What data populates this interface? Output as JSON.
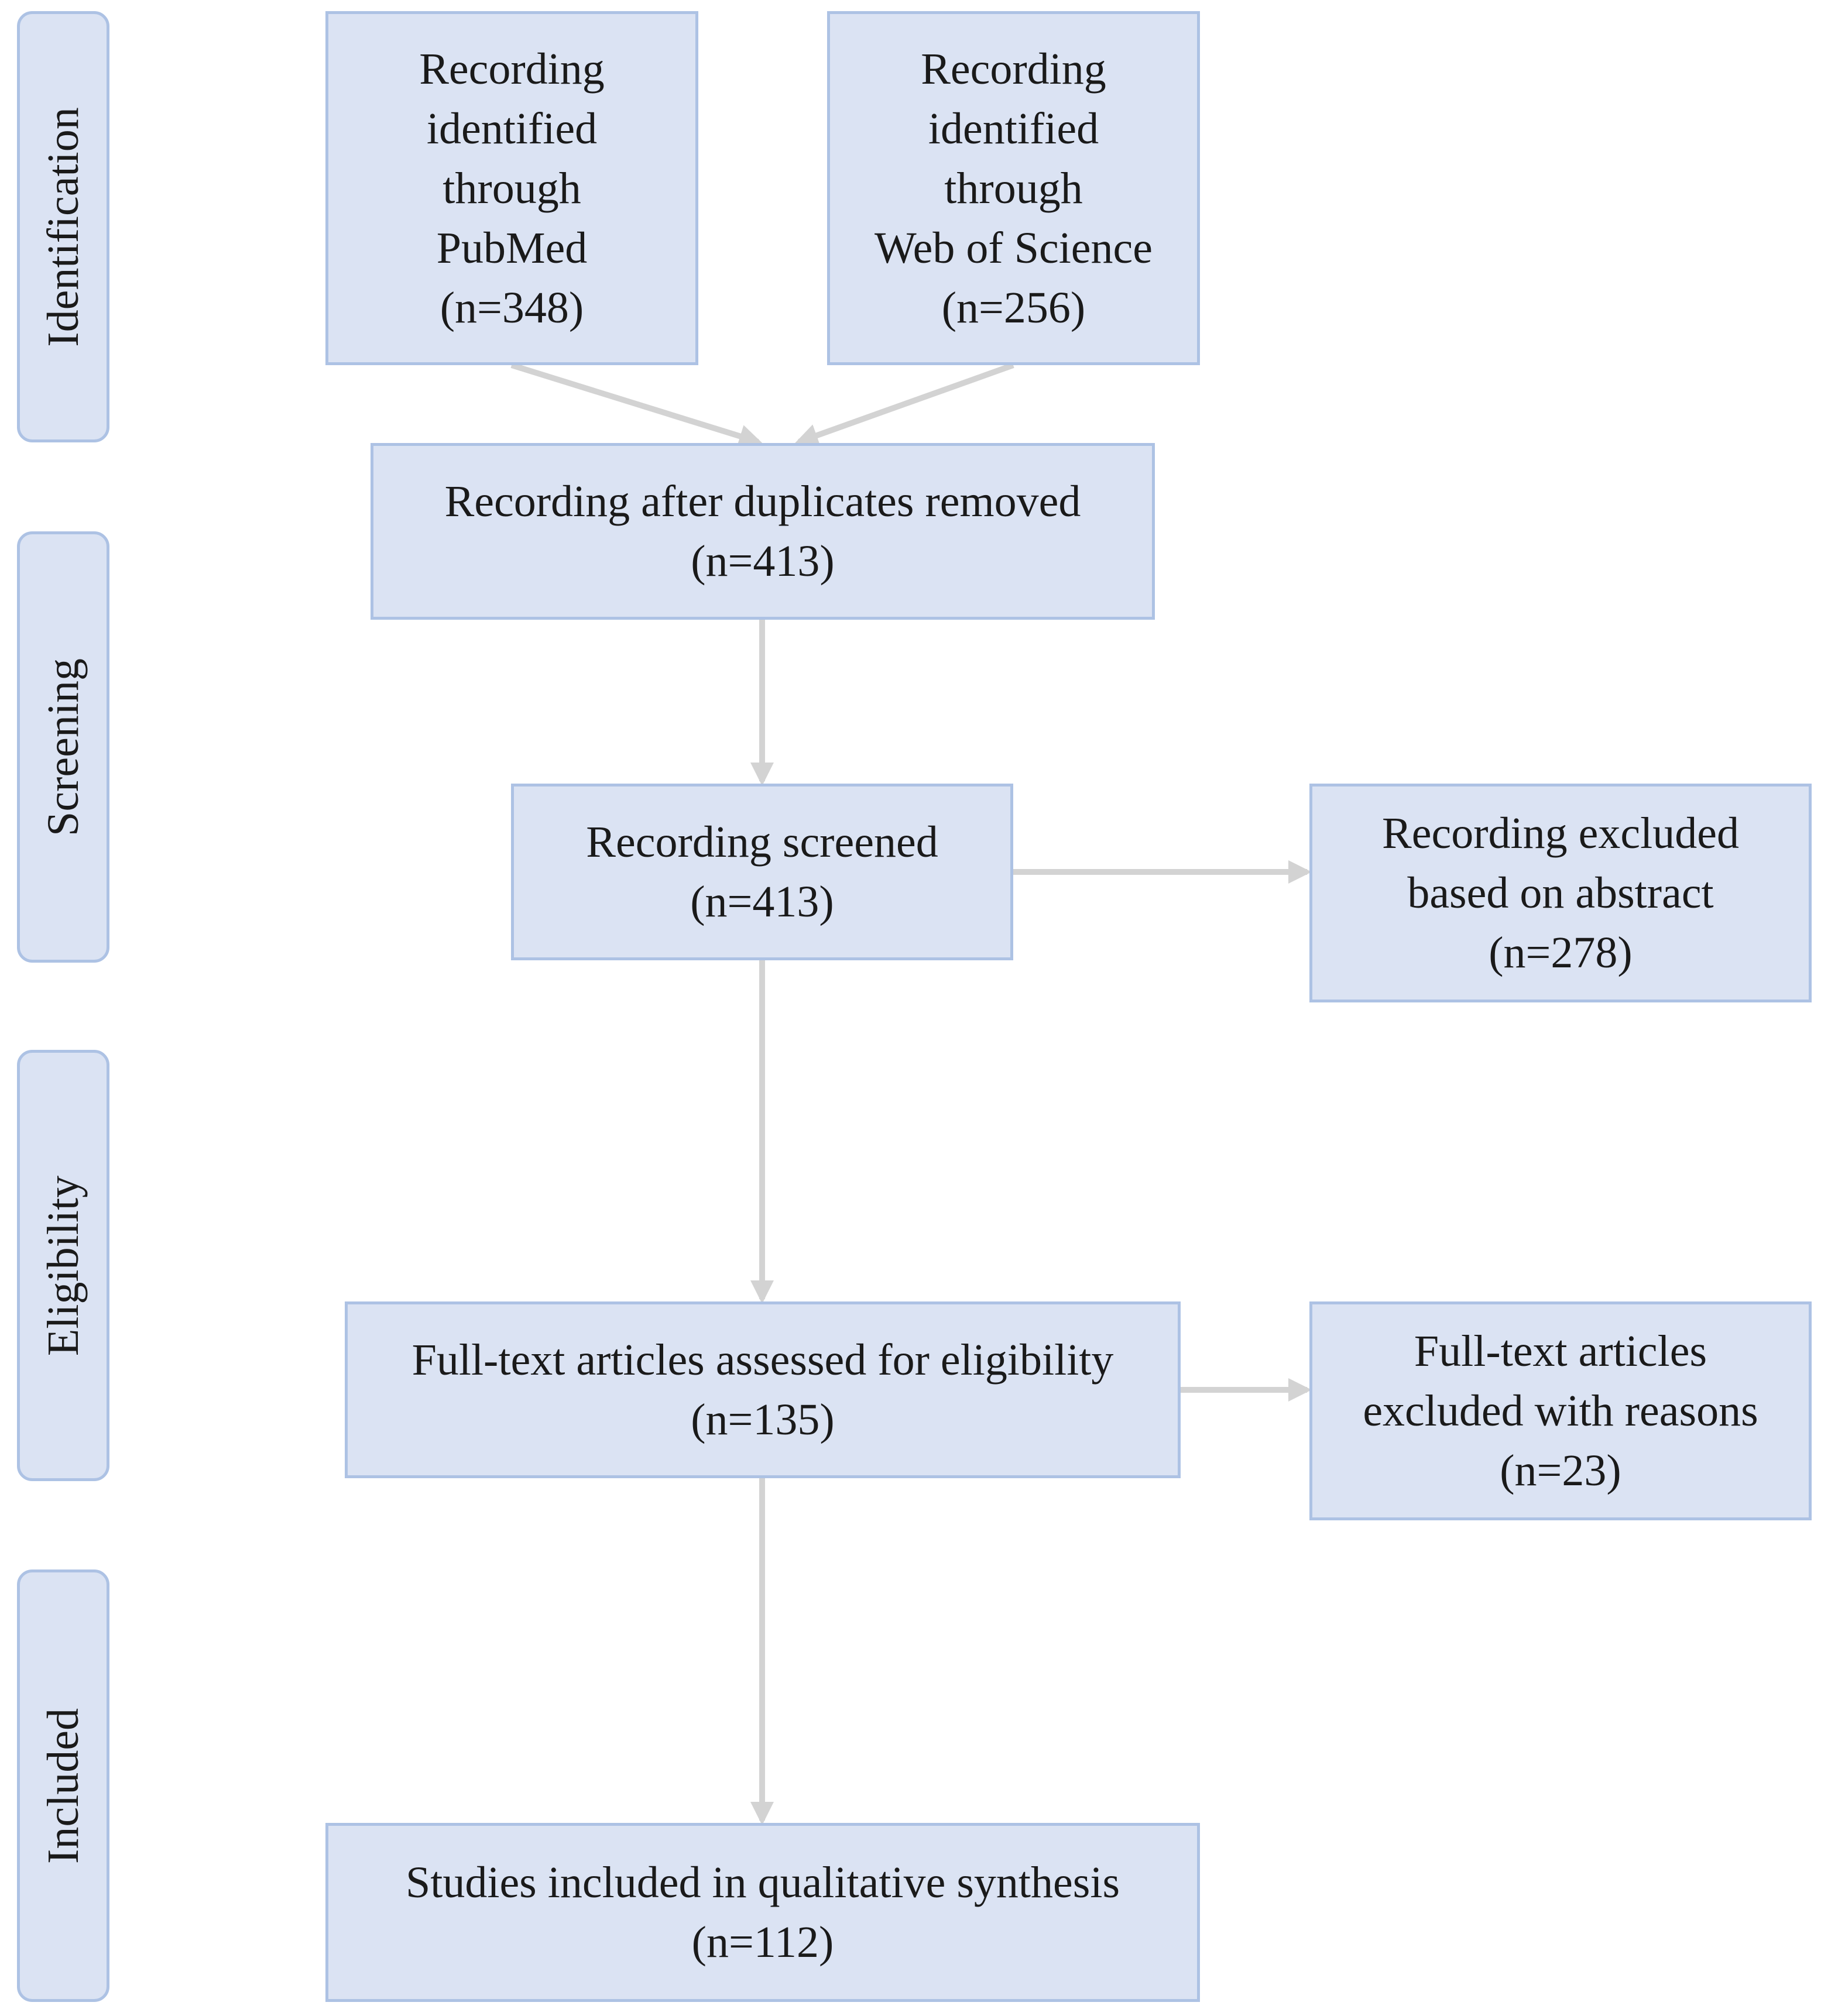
{
  "stages": {
    "identification": "Identification",
    "screening": "Screening",
    "eligibility": "Eligibility",
    "included": "Included"
  },
  "boxes": {
    "pubmed": {
      "lines": [
        "Recording",
        "identified",
        "through",
        "PubMed"
      ],
      "count": "(n=348)"
    },
    "web_of_science": {
      "lines": [
        "Recording",
        "identified",
        "through",
        "Web of Science"
      ],
      "count": "(n=256)"
    },
    "duplicates_removed": {
      "lines": [
        "Recording after duplicates removed"
      ],
      "count": "(n=413)"
    },
    "screened": {
      "lines": [
        "Recording screened"
      ],
      "count": "(n=413)"
    },
    "excluded_abstract": {
      "lines": [
        "Recording excluded",
        "based on abstract"
      ],
      "count": "(n=278)"
    },
    "fulltext_assessed": {
      "lines": [
        "Full-text articles assessed for eligibility"
      ],
      "count": "(n=135)"
    },
    "fulltext_excluded": {
      "lines": [
        "Full-text articles",
        "excluded with reasons"
      ],
      "count": "(n=23)"
    },
    "included": {
      "lines": [
        "Studies included in qualitative synthesis"
      ],
      "count": "(n=112)"
    }
  },
  "colors": {
    "box_fill": "#dbe3f3",
    "box_border": "#adc2e4",
    "arrow": "#d3d3d3",
    "text": "#1a1a1a"
  }
}
